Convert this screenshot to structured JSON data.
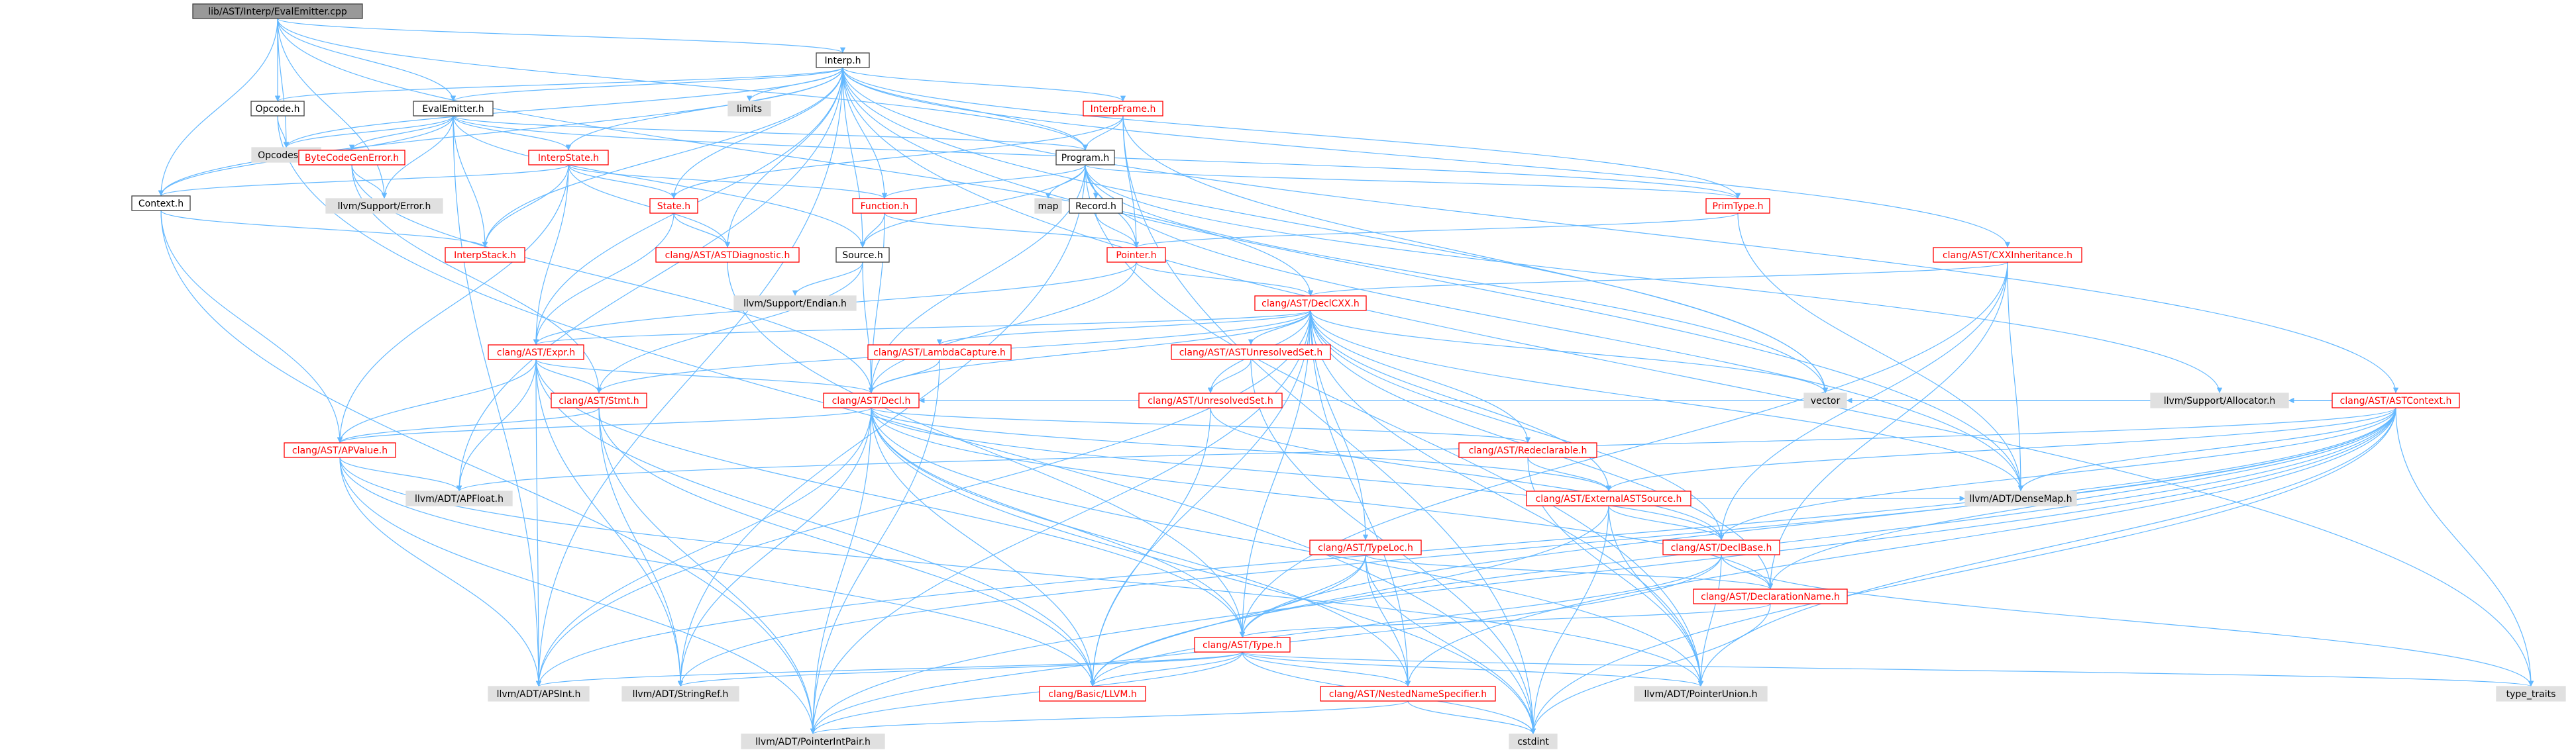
{
  "colors": {
    "edge": "#63b8ff",
    "border_dark": "#404040",
    "border_red": "#ff0000",
    "fill_root": "#999999",
    "fill_white": "#ffffff",
    "fill_gray": "#e0e0e0",
    "text_dark": "#000000",
    "text_red": "#ff0000"
  },
  "diagram": {
    "root": "lib/AST/Interp/EvalEmitter.cpp",
    "nodes": [
      {
        "id": "root",
        "label": "lib/AST/Interp/EvalEmitter.cpp",
        "style": "root"
      },
      {
        "id": "interp_h",
        "label": "Interp.h",
        "style": "plain"
      },
      {
        "id": "opcode_h",
        "label": "Opcode.h",
        "style": "plain"
      },
      {
        "id": "evalemitter_h",
        "label": "EvalEmitter.h",
        "style": "plain"
      },
      {
        "id": "limits",
        "label": "limits",
        "style": "external"
      },
      {
        "id": "interpframe_h",
        "label": "InterpFrame.h",
        "style": "red"
      },
      {
        "id": "opcodes_inc",
        "label": "Opcodes.inc",
        "style": "external"
      },
      {
        "id": "bytecodegenerror_h",
        "label": "ByteCodeGenError.h",
        "style": "red"
      },
      {
        "id": "interpstate_h",
        "label": "InterpState.h",
        "style": "red"
      },
      {
        "id": "program_h",
        "label": "Program.h",
        "style": "plain"
      },
      {
        "id": "context_h",
        "label": "Context.h",
        "style": "plain"
      },
      {
        "id": "llvm_support_error_h",
        "label": "llvm/Support/Error.h",
        "style": "external"
      },
      {
        "id": "state_h",
        "label": "State.h",
        "style": "red"
      },
      {
        "id": "function_h",
        "label": "Function.h",
        "style": "red"
      },
      {
        "id": "map",
        "label": "map",
        "style": "external"
      },
      {
        "id": "record_h",
        "label": "Record.h",
        "style": "plain"
      },
      {
        "id": "primtype_h",
        "label": "PrimType.h",
        "style": "red"
      },
      {
        "id": "interpstack_h",
        "label": "InterpStack.h",
        "style": "red"
      },
      {
        "id": "astdiagnostic_h",
        "label": "clang/AST/ASTDiagnostic.h",
        "style": "red"
      },
      {
        "id": "source_h",
        "label": "Source.h",
        "style": "plain"
      },
      {
        "id": "pointer_h",
        "label": "Pointer.h",
        "style": "red"
      },
      {
        "id": "cxxinheritance_h",
        "label": "clang/AST/CXXInheritance.h",
        "style": "red"
      },
      {
        "id": "llvm_support_endian_h",
        "label": "llvm/Support/Endian.h",
        "style": "external"
      },
      {
        "id": "declcxx_h",
        "label": "clang/AST/DeclCXX.h",
        "style": "red"
      },
      {
        "id": "expr_h",
        "label": "clang/AST/Expr.h",
        "style": "red"
      },
      {
        "id": "lambdacapture_h",
        "label": "clang/AST/LambdaCapture.h",
        "style": "red"
      },
      {
        "id": "astunresolvedset_h",
        "label": "clang/AST/ASTUnresolvedSet.h",
        "style": "red"
      },
      {
        "id": "vector",
        "label": "vector",
        "style": "external"
      },
      {
        "id": "astcontext_h",
        "label": "clang/AST/ASTContext.h",
        "style": "red"
      },
      {
        "id": "llvm_support_allocator_h",
        "label": "llvm/Support/Allocator.h",
        "style": "external"
      },
      {
        "id": "stmt_h",
        "label": "clang/AST/Stmt.h",
        "style": "red"
      },
      {
        "id": "decl_h",
        "label": "clang/AST/Decl.h",
        "style": "red"
      },
      {
        "id": "unresolvedset_h",
        "label": "clang/AST/UnresolvedSet.h",
        "style": "red"
      },
      {
        "id": "apvalue_h",
        "label": "clang/AST/APValue.h",
        "style": "red"
      },
      {
        "id": "redeclarable_h",
        "label": "clang/AST/Redeclarable.h",
        "style": "red"
      },
      {
        "id": "apfloat_h",
        "label": "llvm/ADT/APFloat.h",
        "style": "external"
      },
      {
        "id": "externalastsource_h",
        "label": "clang/AST/ExternalASTSource.h",
        "style": "red"
      },
      {
        "id": "densemap_h",
        "label": "llvm/ADT/DenseMap.h",
        "style": "external"
      },
      {
        "id": "typeloc_h",
        "label": "clang/AST/TypeLoc.h",
        "style": "red"
      },
      {
        "id": "declbase_h",
        "label": "clang/AST/DeclBase.h",
        "style": "red"
      },
      {
        "id": "declarationname_h",
        "label": "clang/AST/DeclarationName.h",
        "style": "red"
      },
      {
        "id": "type_h",
        "label": "clang/AST/Type.h",
        "style": "red"
      },
      {
        "id": "apsint_h",
        "label": "llvm/ADT/APSInt.h",
        "style": "external"
      },
      {
        "id": "stringref_h",
        "label": "llvm/ADT/StringRef.h",
        "style": "external"
      },
      {
        "id": "llvm_h",
        "label": "clang/Basic/LLVM.h",
        "style": "red"
      },
      {
        "id": "nestednamespecifier_h",
        "label": "clang/AST/NestedNameSpecifier.h",
        "style": "red"
      },
      {
        "id": "pointerunion_h",
        "label": "llvm/ADT/PointerUnion.h",
        "style": "external"
      },
      {
        "id": "type_traits",
        "label": "type_traits",
        "style": "external"
      },
      {
        "id": "pointerintpair_h",
        "label": "llvm/ADT/PointerIntPair.h",
        "style": "external"
      },
      {
        "id": "cstdint",
        "label": "cstdint",
        "style": "external"
      }
    ],
    "edges": [
      [
        "root",
        "interp_h"
      ],
      [
        "root",
        "opcode_h"
      ],
      [
        "root",
        "evalemitter_h"
      ],
      [
        "root",
        "opcodes_inc"
      ],
      [
        "root",
        "context_h"
      ],
      [
        "root",
        "program_h"
      ],
      [
        "root",
        "declcxx_h"
      ],
      [
        "root",
        "llvm_support_error_h"
      ],
      [
        "interp_h",
        "opcode_h"
      ],
      [
        "interp_h",
        "evalemitter_h"
      ],
      [
        "interp_h",
        "limits"
      ],
      [
        "interp_h",
        "interpframe_h"
      ],
      [
        "interp_h",
        "interpstate_h"
      ],
      [
        "interp_h",
        "program_h"
      ],
      [
        "interp_h",
        "context_h"
      ],
      [
        "interp_h",
        "state_h"
      ],
      [
        "interp_h",
        "function_h"
      ],
      [
        "interp_h",
        "primtype_h"
      ],
      [
        "interp_h",
        "interpstack_h"
      ],
      [
        "interp_h",
        "astdiagnostic_h"
      ],
      [
        "interp_h",
        "source_h"
      ],
      [
        "interp_h",
        "cxxinheritance_h"
      ],
      [
        "interp_h",
        "expr_h"
      ],
      [
        "interp_h",
        "astcontext_h"
      ],
      [
        "interp_h",
        "vector"
      ],
      [
        "interp_h",
        "type_traits"
      ],
      [
        "interp_h",
        "apfloat_h"
      ],
      [
        "interp_h",
        "opcodes_inc"
      ],
      [
        "interp_h",
        "apsint_h"
      ],
      [
        "interp_h",
        "densemap_h"
      ],
      [
        "opcode_h",
        "opcodes_inc"
      ],
      [
        "opcode_h",
        "cstdint"
      ],
      [
        "evalemitter_h",
        "opcodes_inc"
      ],
      [
        "evalemitter_h",
        "bytecodegenerror_h"
      ],
      [
        "evalemitter_h",
        "interpstate_h"
      ],
      [
        "evalemitter_h",
        "program_h"
      ],
      [
        "evalemitter_h",
        "context_h"
      ],
      [
        "evalemitter_h",
        "interpstack_h"
      ],
      [
        "evalemitter_h",
        "source_h"
      ],
      [
        "evalemitter_h",
        "primtype_h"
      ],
      [
        "evalemitter_h",
        "llvm_support_error_h"
      ],
      [
        "evalemitter_h",
        "apsint_h"
      ],
      [
        "interpframe_h",
        "program_h"
      ],
      [
        "interpframe_h",
        "pointer_h"
      ],
      [
        "interpframe_h",
        "state_h"
      ],
      [
        "interpframe_h",
        "cstdint"
      ],
      [
        "interpframe_h",
        "vector"
      ],
      [
        "bytecodegenerror_h",
        "llvm_support_error_h"
      ],
      [
        "bytecodegenerror_h",
        "stmt_h"
      ],
      [
        "bytecodegenerror_h",
        "decl_h"
      ],
      [
        "interpstate_h",
        "context_h"
      ],
      [
        "interpstate_h",
        "function_h"
      ],
      [
        "interpstate_h",
        "state_h"
      ],
      [
        "interpstate_h",
        "interpstack_h"
      ],
      [
        "interpstate_h",
        "astdiagnostic_h"
      ],
      [
        "interpstate_h",
        "expr_h"
      ],
      [
        "interpstate_h",
        "apvalue_h"
      ],
      [
        "program_h",
        "function_h"
      ],
      [
        "program_h",
        "map"
      ],
      [
        "program_h",
        "record_h"
      ],
      [
        "program_h",
        "primtype_h"
      ],
      [
        "program_h",
        "pointer_h"
      ],
      [
        "program_h",
        "source_h"
      ],
      [
        "program_h",
        "llvm_support_allocator_h"
      ],
      [
        "program_h",
        "vector"
      ],
      [
        "program_h",
        "decl_h"
      ],
      [
        "program_h",
        "pointerunion_h"
      ],
      [
        "program_h",
        "stringref_h"
      ],
      [
        "program_h",
        "densemap_h"
      ],
      [
        "context_h",
        "interpstack_h"
      ],
      [
        "context_h",
        "apvalue_h"
      ],
      [
        "context_h",
        "pointerintpair_h"
      ],
      [
        "state_h",
        "expr_h"
      ],
      [
        "state_h",
        "astdiagnostic_h"
      ],
      [
        "function_h",
        "pointer_h"
      ],
      [
        "function_h",
        "source_h"
      ],
      [
        "function_h",
        "decl_h"
      ],
      [
        "record_h",
        "pointer_h"
      ],
      [
        "primtype_h",
        "pointer_h"
      ],
      [
        "primtype_h",
        "densemap_h"
      ],
      [
        "source_h",
        "llvm_support_endian_h"
      ],
      [
        "source_h",
        "decl_h"
      ],
      [
        "source_h",
        "stmt_h"
      ],
      [
        "pointer_h",
        "declcxx_h"
      ],
      [
        "pointer_h",
        "expr_h"
      ],
      [
        "pointer_h",
        "decl_h"
      ],
      [
        "cxxinheritance_h",
        "declcxx_h"
      ],
      [
        "cxxinheritance_h",
        "declbase_h"
      ],
      [
        "cxxinheritance_h",
        "densemap_h"
      ],
      [
        "cxxinheritance_h",
        "type_h"
      ],
      [
        "cxxinheritance_h",
        "declarationname_h"
      ],
      [
        "astdiagnostic_h",
        "type_h"
      ],
      [
        "declcxx_h",
        "expr_h"
      ],
      [
        "declcxx_h",
        "lambdacapture_h"
      ],
      [
        "declcxx_h",
        "astunresolvedset_h"
      ],
      [
        "declcxx_h",
        "unresolvedset_h"
      ],
      [
        "declcxx_h",
        "decl_h"
      ],
      [
        "declcxx_h",
        "stmt_h"
      ],
      [
        "declcxx_h",
        "redeclarable_h"
      ],
      [
        "declcxx_h",
        "externalastsource_h"
      ],
      [
        "declcxx_h",
        "typeloc_h"
      ],
      [
        "declcxx_h",
        "declbase_h"
      ],
      [
        "declcxx_h",
        "declarationname_h"
      ],
      [
        "declcxx_h",
        "type_h"
      ],
      [
        "declcxx_h",
        "nestednamespecifier_h"
      ],
      [
        "declcxx_h",
        "pointerunion_h"
      ],
      [
        "declcxx_h",
        "pointerintpair_h"
      ],
      [
        "declcxx_h",
        "vector"
      ],
      [
        "declcxx_h",
        "llvm_h"
      ],
      [
        "declcxx_h",
        "apsint_h"
      ],
      [
        "declcxx_h",
        "densemap_h"
      ],
      [
        "lambdacapture_h",
        "decl_h"
      ],
      [
        "lambdacapture_h",
        "pointerintpair_h"
      ],
      [
        "astunresolvedset_h",
        "unresolvedset_h"
      ],
      [
        "astunresolvedset_h",
        "cstdint"
      ],
      [
        "unresolvedset_h",
        "llvm_h"
      ],
      [
        "unresolvedset_h",
        "declbase_h"
      ],
      [
        "expr_h",
        "stmt_h"
      ],
      [
        "expr_h",
        "apvalue_h"
      ],
      [
        "expr_h",
        "decl_h"
      ],
      [
        "expr_h",
        "apfloat_h"
      ],
      [
        "expr_h",
        "apsint_h"
      ],
      [
        "expr_h",
        "type_h"
      ],
      [
        "expr_h",
        "stringref_h"
      ],
      [
        "expr_h",
        "llvm_h"
      ],
      [
        "astcontext_h",
        "decl_h"
      ],
      [
        "astcontext_h",
        "llvm_support_allocator_h"
      ],
      [
        "astcontext_h",
        "vector"
      ],
      [
        "astcontext_h",
        "externalastsource_h"
      ],
      [
        "astcontext_h",
        "densemap_h"
      ],
      [
        "astcontext_h",
        "declbase_h"
      ],
      [
        "astcontext_h",
        "declarationname_h"
      ],
      [
        "astcontext_h",
        "type_h"
      ],
      [
        "astcontext_h",
        "nestednamespecifier_h"
      ],
      [
        "astcontext_h",
        "pointerunion_h"
      ],
      [
        "astcontext_h",
        "type_traits"
      ],
      [
        "astcontext_h",
        "cstdint"
      ],
      [
        "astcontext_h",
        "apsint_h"
      ],
      [
        "astcontext_h",
        "pointerintpair_h"
      ],
      [
        "astcontext_h",
        "stringref_h"
      ],
      [
        "astcontext_h",
        "llvm_h"
      ],
      [
        "astcontext_h",
        "apfloat_h"
      ],
      [
        "stmt_h",
        "apvalue_h"
      ],
      [
        "stmt_h",
        "stringref_h"
      ],
      [
        "stmt_h",
        "pointerintpair_h"
      ],
      [
        "stmt_h",
        "llvm_h"
      ],
      [
        "decl_h",
        "apvalue_h"
      ],
      [
        "decl_h",
        "redeclarable_h"
      ],
      [
        "decl_h",
        "externalastsource_h"
      ],
      [
        "decl_h",
        "declbase_h"
      ],
      [
        "decl_h",
        "declarationname_h"
      ],
      [
        "decl_h",
        "type_h"
      ],
      [
        "decl_h",
        "nestednamespecifier_h"
      ],
      [
        "decl_h",
        "apsint_h"
      ],
      [
        "decl_h",
        "stringref_h"
      ],
      [
        "decl_h",
        "pointerunion_h"
      ],
      [
        "decl_h",
        "pointerintpair_h"
      ],
      [
        "decl_h",
        "llvm_h"
      ],
      [
        "decl_h",
        "cstdint"
      ],
      [
        "apvalue_h",
        "apfloat_h"
      ],
      [
        "apvalue_h",
        "apsint_h"
      ],
      [
        "apvalue_h",
        "pointerintpair_h"
      ],
      [
        "apvalue_h",
        "pointerunion_h"
      ],
      [
        "apvalue_h",
        "llvm_h"
      ],
      [
        "redeclarable_h",
        "externalastsource_h"
      ],
      [
        "redeclarable_h",
        "pointerunion_h"
      ],
      [
        "externalastsource_h",
        "declbase_h"
      ],
      [
        "externalastsource_h",
        "llvm_h"
      ],
      [
        "externalastsource_h",
        "densemap_h"
      ],
      [
        "externalastsource_h",
        "pointerunion_h"
      ],
      [
        "externalastsource_h",
        "cstdint"
      ],
      [
        "typeloc_h",
        "declarationname_h"
      ],
      [
        "typeloc_h",
        "type_h"
      ],
      [
        "typeloc_h",
        "nestednamespecifier_h"
      ],
      [
        "typeloc_h",
        "llvm_h"
      ],
      [
        "typeloc_h",
        "cstdint"
      ],
      [
        "declbase_h",
        "declarationname_h"
      ],
      [
        "declbase_h",
        "llvm_h"
      ],
      [
        "declbase_h",
        "pointerunion_h"
      ],
      [
        "declbase_h",
        "pointerintpair_h"
      ],
      [
        "declbase_h",
        "type_traits"
      ],
      [
        "declarationname_h",
        "type_h"
      ],
      [
        "declarationname_h",
        "cstdint"
      ],
      [
        "type_h",
        "apsint_h"
      ],
      [
        "type_h",
        "stringref_h"
      ],
      [
        "type_h",
        "llvm_h"
      ],
      [
        "type_h",
        "nestednamespecifier_h"
      ],
      [
        "type_h",
        "pointerunion_h"
      ],
      [
        "type_h",
        "pointerintpair_h"
      ],
      [
        "type_h",
        "type_traits"
      ],
      [
        "type_h",
        "cstdint"
      ],
      [
        "nestednamespecifier_h",
        "pointerintpair_h"
      ],
      [
        "nestednamespecifier_h",
        "cstdint"
      ]
    ]
  }
}
